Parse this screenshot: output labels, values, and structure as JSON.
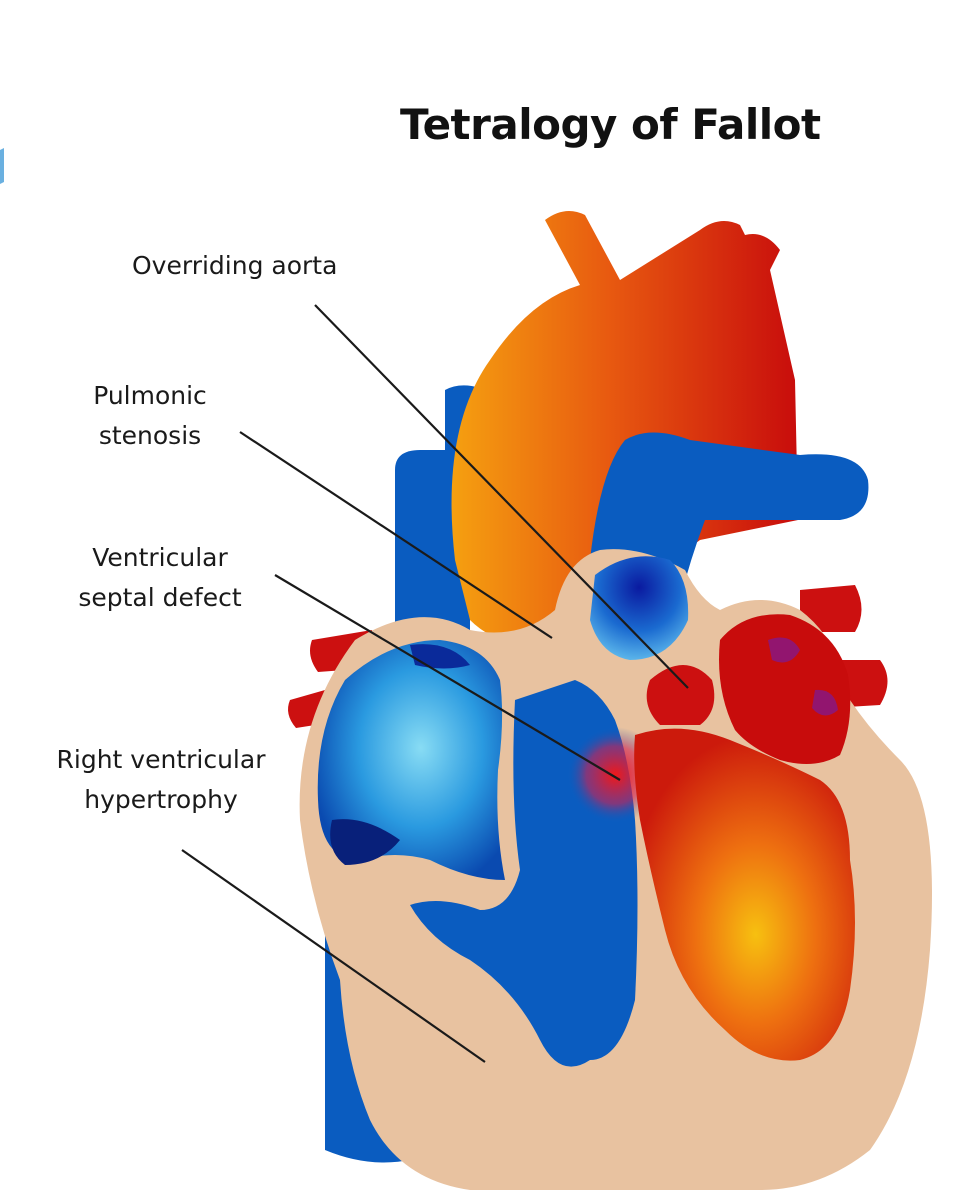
{
  "title": "Tetralogy of Fallot",
  "labels": {
    "overriding_aorta": "Overriding aorta",
    "pulmonic_stenosis": [
      "Pulmonic",
      "stenosis"
    ],
    "vsd": [
      "Ventricular",
      "septal defect"
    ],
    "rvh": [
      "Right ventricular",
      "hypertrophy"
    ]
  },
  "colors": {
    "oxygenated": "#d01010",
    "deoxygenated": "#0a5cc0",
    "muscle": "#e8c2a0",
    "leader_line": "#1a1a1a"
  }
}
